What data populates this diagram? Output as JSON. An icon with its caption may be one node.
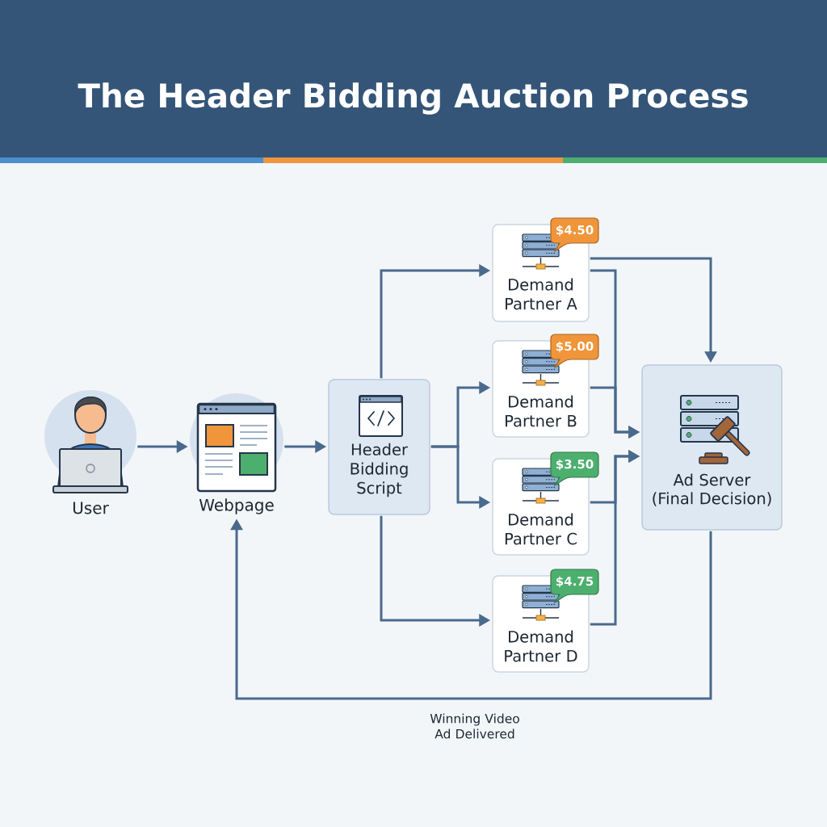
{
  "diagram": {
    "title": "The Header Bidding Auction Process",
    "nodes": [
      {
        "text": [
          "User"
        ]
      },
      {
        "text": [
          "Webpage"
        ]
      },
      {
        "text": [
          "Header Bidding Script"
        ]
      },
      {
        "text": [
          "$4.50",
          "Demand Partner A"
        ]
      },
      {
        "text": [
          "$5.00",
          "Demand Partner B"
        ]
      },
      {
        "text": [
          "$3.50",
          "Demand Partner C"
        ]
      },
      {
        "text": [
          "$4.75",
          "Demand Partner D"
        ]
      },
      {
        "text": [
          "Ad Server",
          "(Final Decision)"
        ]
      }
    ],
    "edges": [
      {
        "from": 0,
        "to": 1,
        "arrow": "to"
      },
      {
        "from": 1,
        "to": 2,
        "arrow": "to"
      },
      {
        "from": 2,
        "to": 3,
        "arrow": "to"
      },
      {
        "from": 2,
        "to": 4,
        "arrow": "to"
      },
      {
        "from": 2,
        "to": 5,
        "arrow": "to"
      },
      {
        "from": 2,
        "to": 6,
        "arrow": "to"
      },
      {
        "from": 3,
        "to": 7,
        "arrow": "to"
      },
      {
        "from": 3,
        "to": 7,
        "arrow": "to"
      },
      {
        "from": 4,
        "to": 7,
        "arrow": "to"
      },
      {
        "from": 5,
        "to": 7,
        "arrow": "to"
      },
      {
        "from": 6,
        "to": 7,
        "arrow": "to"
      },
      {
        "from": 7,
        "to": 1,
        "arrow": "to",
        "label": "Winning Video Ad Delivered"
      }
    ]
  }
}
